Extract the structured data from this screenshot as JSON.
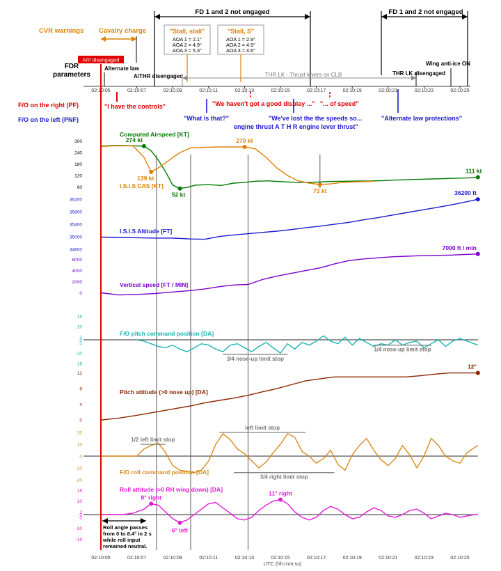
{
  "header": {
    "fdr_label_1": "FDR",
    "fdr_label_2": "parameters",
    "cvr_warnings": "CVR warnings",
    "cavalry_charge": "Cavalry charge",
    "fd_not_engaged_1": "FD 1 and 2 not engaged",
    "fd_not_engaged_2": "FD 1 and 2 not engaged",
    "stall_box_1": {
      "title": "\"Stall, stall\"",
      "lines": [
        "AOA 1 = 2.1°",
        "AOA 2 = 4.9°",
        "AOA 3 = 5.3°"
      ]
    },
    "stall_box_2": {
      "title": "\"Stall, S\"",
      "lines": [
        "AOA 1 = 2.9°",
        "AOA 2 = 4.9°",
        "AOA 3 = 4.6°"
      ]
    },
    "ap_disengaged": "A/P disengaged",
    "alternate_law": "Alternate law",
    "athr_disengaged": "A/THR disengaged",
    "thr_lk": "THR LK - Thrust levers on CLB",
    "thr_lk_disengaged": "THR LK disengaged",
    "wing_anti_ice": "Wing anti-ice ON",
    "fo_right": "F/O on the right (PF)",
    "fo_left": "F/O on the left (PNF)"
  },
  "quotes": {
    "pf_1": "\"I have the controls\"",
    "pf_2": "\"We haven't got a good display ...\"",
    "pf_3": "\"... of speed\"",
    "pnf_1": "\"What is that?\"",
    "pnf_2a": "\"We've lost the the speeds so...",
    "pnf_2b": "engine thrust A T H R engine lever thrust\"",
    "pnf_3": "\"Alternate law protections\""
  },
  "time_ticks": [
    "02:10:05",
    "02:10:07",
    "02:10:09",
    "02:10:11",
    "02:10:13",
    "02:10:15",
    "02:10:17",
    "02:10:19",
    "02:10:21",
    "02:10:23",
    "02:10:25"
  ],
  "axis_title": "UTC (hh:mm:ss)",
  "roll_note": [
    "Roll angle passes",
    "from 0 to 8.4° in 2 s",
    "while roll input",
    "remained neutral."
  ],
  "colors": {
    "red": "#e00000",
    "orange": "#e08000",
    "green": "#007a00",
    "blue": "#1a1acc",
    "purple": "#7a00cc",
    "cyan": "#19b3b3",
    "brown": "#8b2500",
    "roll_cmd": "#d98a1a",
    "magenta": "#e619d9",
    "gray": "#777777"
  },
  "chart_data": [
    {
      "type": "line",
      "name": "airspeed",
      "yticks": [
        "300",
        "240",
        "180",
        "120",
        "60"
      ],
      "series": [
        {
          "name": "Computed Airspeed [KT]",
          "x": [
            5.0,
            5.6,
            6.2,
            6.8,
            7.4,
            7.8,
            8.2,
            8.6,
            9.0,
            9.4,
            9.8,
            10.3,
            11.0,
            11.7,
            12.4,
            13.0,
            13.6,
            14.3,
            15.0,
            15.7,
            16.4,
            17.1,
            17.8,
            18.5,
            19.2,
            19.9,
            20.6,
            21.3,
            22.0,
            22.7,
            23.4,
            24.1,
            24.8,
            25.5,
            26.0
          ],
          "y": [
            274,
            277,
            278,
            276,
            274,
            250,
            200,
            140,
            70,
            52,
            58,
            70,
            72,
            68,
            80,
            84,
            90,
            92,
            88,
            85,
            84,
            86,
            89,
            90,
            91,
            91,
            93,
            96,
            98,
            100,
            102,
            104,
            106,
            108,
            111
          ]
        },
        {
          "name": "I.S.I.S CAS [KT]",
          "x": [
            5.0,
            5.6,
            6.2,
            6.8,
            7.4,
            7.8,
            8.2,
            8.8,
            9.4,
            10.0,
            10.8,
            11.6,
            12.4,
            13.0,
            13.6,
            14.2,
            14.8,
            15.4,
            16.0,
            16.6,
            17.2,
            17.8,
            18.4,
            19.0,
            19.6,
            20.2
          ],
          "y": [
            272,
            275,
            276,
            275,
            215,
            139,
            160,
            200,
            240,
            265,
            268,
            270,
            270,
            270,
            260,
            215,
            160,
            120,
            92,
            80,
            73,
            76,
            83,
            86,
            88,
            90
          ]
        }
      ],
      "annotations": [
        {
          "text": "274 kt",
          "x": 7.4,
          "y": 274,
          "series": 0
        },
        {
          "text": "52 kt",
          "x": 9.4,
          "y": 52,
          "series": 0
        },
        {
          "text": "111 kt",
          "x": 26.0,
          "y": 111,
          "series": 0
        },
        {
          "text": "139 kt",
          "x": 7.8,
          "y": 139,
          "series": 1
        },
        {
          "text": "270 kt",
          "x": 13.0,
          "y": 270,
          "series": 1
        },
        {
          "text": "73 kt",
          "x": 17.2,
          "y": 73,
          "series": 1
        }
      ]
    },
    {
      "type": "line",
      "name": "altitude",
      "yticks": [
        "36200",
        "35800",
        "35400",
        "35000",
        "34600"
      ],
      "series": [
        {
          "name": "I.S.I.S Altitude [FT]",
          "x": [
            5.0,
            6.0,
            7.0,
            8.0,
            9.0,
            10.0,
            10.8,
            11.6,
            12.4,
            13.2,
            14.0,
            14.8,
            15.6,
            16.4,
            17.2,
            18.0,
            18.8,
            19.6,
            20.4,
            21.2,
            22.0,
            22.8,
            23.6,
            24.4,
            25.2,
            26.0
          ],
          "y": [
            34990,
            34980,
            34970,
            34960,
            34960,
            34930,
            34920,
            35010,
            35060,
            35100,
            35140,
            35180,
            35230,
            35290,
            35340,
            35400,
            35460,
            35540,
            35610,
            35690,
            35770,
            35850,
            35930,
            36010,
            36100,
            36200
          ]
        }
      ],
      "annotations": [
        {
          "text": "36200 ft",
          "x": 26.0,
          "y": 36200,
          "series": 0
        }
      ]
    },
    {
      "type": "line",
      "name": "vertical_speed",
      "yticks": [
        "6000",
        "4000",
        "2000",
        "0"
      ],
      "series": [
        {
          "name": "Vertical speed [FT / MIN]",
          "x": [
            5.0,
            6.0,
            7.0,
            8.0,
            9.0,
            10.0,
            10.8,
            11.6,
            12.4,
            13.2,
            14.0,
            14.8,
            15.6,
            16.4,
            17.2,
            18.0,
            18.8,
            19.6,
            20.4,
            21.2,
            22.0,
            22.8,
            23.6,
            24.4,
            25.2,
            26.0
          ],
          "y": [
            0,
            -400,
            -300,
            -150,
            150,
            400,
            700,
            1100,
            1400,
            1500,
            2400,
            3000,
            3500,
            4000,
            4500,
            5200,
            5800,
            6100,
            6300,
            6500,
            6600,
            6700,
            6750,
            6800,
            6900,
            7000
          ]
        }
      ],
      "annotations": [
        {
          "text": "7000 ft / min",
          "x": 26.0,
          "y": 7000,
          "series": 0
        }
      ]
    },
    {
      "type": "line",
      "name": "fo_pitch_command",
      "yticks": [
        "18",
        "10",
        "2",
        "0",
        "-2",
        "-10",
        "-18"
      ],
      "series": [
        {
          "name": "F/O pitch command position [DA]",
          "x": [
            7.0,
            7.4,
            7.8,
            8.2,
            8.6,
            9.0,
            9.4,
            9.8,
            10.2,
            10.6,
            11.0,
            11.4,
            11.8,
            12.2,
            12.6,
            13.0,
            13.4,
            13.8,
            14.2,
            14.6,
            15.0,
            15.4,
            15.8,
            16.2,
            16.6,
            17.0,
            17.4,
            17.8,
            18.2,
            18.6,
            19.0,
            19.4,
            19.8,
            20.2,
            20.6,
            21.0,
            21.4,
            21.8,
            22.2,
            22.6,
            23.0,
            23.4,
            23.8,
            24.2,
            24.6,
            25.0,
            25.4,
            25.8,
            26.0
          ],
          "y": [
            0,
            -1,
            -3,
            -5,
            -6,
            -4,
            -7,
            -9,
            -6,
            -3,
            -4,
            -7,
            -9,
            -4,
            -3,
            -6,
            -9,
            -5,
            -2,
            -6,
            -10,
            -3,
            -7,
            -2,
            -4,
            -1,
            3,
            -1,
            -3,
            2,
            -4,
            1,
            -2,
            -5,
            -3,
            -4,
            0,
            -4,
            -2,
            -1,
            -6,
            -3,
            0,
            -5,
            -1,
            1,
            -1,
            -3,
            -4
          ]
        }
      ],
      "annotations": [],
      "ranges": [
        {
          "label": "3/4 nose-up limit stop",
          "x0": 11.8,
          "x1": 15.4,
          "y": -11
        },
        {
          "label": "1/4 nose-up limit stop",
          "x0": 20.2,
          "x1": 23.4,
          "y": -4
        }
      ]
    },
    {
      "type": "line",
      "name": "pitch_attitude",
      "yticks": [
        "12",
        "8",
        "4",
        "0"
      ],
      "series": [
        {
          "name": "Pitch attitude (>0 nose up) [DA]",
          "x": [
            5.0,
            6.0,
            7.0,
            8.0,
            9.0,
            10.0,
            10.8,
            11.6,
            12.4,
            13.2,
            14.0,
            14.8,
            15.6,
            16.4,
            17.2,
            18.0,
            18.8,
            19.6,
            20.4,
            21.2,
            22.0,
            22.8,
            23.6,
            24.4,
            25.2,
            26.0
          ],
          "y": [
            0,
            0.5,
            1.2,
            2.0,
            2.8,
            3.6,
            4.4,
            5.0,
            5.6,
            6.3,
            7.2,
            8.0,
            9.0,
            10.0,
            10.5,
            11.0,
            11.0,
            11.0,
            11.0,
            11.0,
            11.0,
            11.3,
            11.7,
            12.0,
            12.0,
            12.0
          ]
        }
      ],
      "annotations": [
        {
          "text": "12°",
          "x": 26.0,
          "y": 12,
          "series": 0
        }
      ]
    },
    {
      "type": "line",
      "name": "fo_roll_command",
      "yticks": [
        "20",
        "10",
        "0",
        "-10",
        "-20"
      ],
      "series": [
        {
          "name": "F/O roll command position [DA]",
          "x": [
            5.0,
            7.0,
            7.4,
            7.8,
            8.2,
            8.6,
            9.0,
            9.4,
            9.8,
            10.2,
            10.6,
            11.0,
            11.4,
            11.8,
            12.2,
            12.6,
            13.0,
            13.4,
            13.8,
            14.2,
            14.6,
            15.0,
            15.4,
            15.8,
            16.2,
            16.6,
            17.0,
            17.4,
            17.8,
            18.2,
            18.6,
            19.0,
            19.4,
            19.8,
            20.2,
            20.6,
            21.0,
            21.4,
            21.8,
            22.2,
            22.6,
            23.0,
            23.4,
            23.8,
            24.2,
            24.6,
            25.0,
            25.4,
            25.8,
            26.0
          ],
          "y": [
            0,
            0,
            6,
            9,
            11,
            3,
            -8,
            -12,
            -13,
            -14,
            -12,
            -4,
            10,
            19,
            14,
            6,
            2,
            -4,
            -10,
            -5,
            3,
            10,
            19,
            16,
            4,
            0,
            -6,
            -2,
            5,
            -7,
            -12,
            1,
            9,
            15,
            5,
            -3,
            -8,
            -2,
            9,
            1,
            -10,
            0,
            15,
            9,
            0,
            -4,
            -6,
            3,
            7,
            9
          ]
        }
      ],
      "annotations": [],
      "ranges": [
        {
          "label": "1/2 left limit stop",
          "x0": 7.2,
          "x1": 8.6,
          "y": 10
        },
        {
          "label": "left limit stop",
          "x0": 11.6,
          "x1": 16.4,
          "y": 20
        },
        {
          "label": "3/4 right limit stop",
          "x0": 12.4,
          "x1": 18.0,
          "y": -14
        }
      ]
    },
    {
      "type": "line",
      "name": "roll_attitude",
      "yticks": [
        "18",
        "10",
        "2",
        "0",
        "-2",
        "-10",
        "-18"
      ],
      "series": [
        {
          "name": "Roll attitude (>0 RH wing down) [DA]",
          "x": [
            5.0,
            5.6,
            6.2,
            6.8,
            7.4,
            7.8,
            8.2,
            8.6,
            9.0,
            9.4,
            9.8,
            10.2,
            10.6,
            11.0,
            11.4,
            11.8,
            12.2,
            12.6,
            13.0,
            13.4,
            13.8,
            14.2,
            14.6,
            15.0,
            15.4,
            15.8,
            16.2,
            16.6,
            17.0,
            17.4,
            17.8,
            18.2,
            18.6,
            19.0,
            19.4,
            19.8,
            20.2,
            20.6,
            21.0,
            21.4,
            21.8,
            22.2,
            22.6,
            23.0,
            23.4,
            23.8,
            24.2,
            24.6,
            25.0,
            25.4,
            25.8,
            26.0
          ],
          "y": [
            0,
            0,
            0,
            1,
            4,
            8,
            7,
            2,
            -3,
            -6,
            -4,
            0,
            4,
            8,
            9,
            5,
            1,
            -3,
            -4,
            -2,
            3,
            7,
            10,
            11,
            8,
            2,
            -2,
            -4,
            -2,
            3,
            6,
            4,
            0,
            -3,
            -2,
            2,
            5,
            3,
            -1,
            -2,
            0,
            3,
            4,
            1,
            -3,
            -1,
            1,
            0,
            -2,
            -1,
            0,
            0
          ]
        }
      ],
      "annotations": [
        {
          "text": "8° right",
          "x": 7.8,
          "y": 8,
          "series": 0
        },
        {
          "text": "6° left",
          "x": 9.4,
          "y": -6,
          "series": 0
        },
        {
          "text": "11° right",
          "x": 15.0,
          "y": 11,
          "series": 0
        }
      ]
    }
  ]
}
